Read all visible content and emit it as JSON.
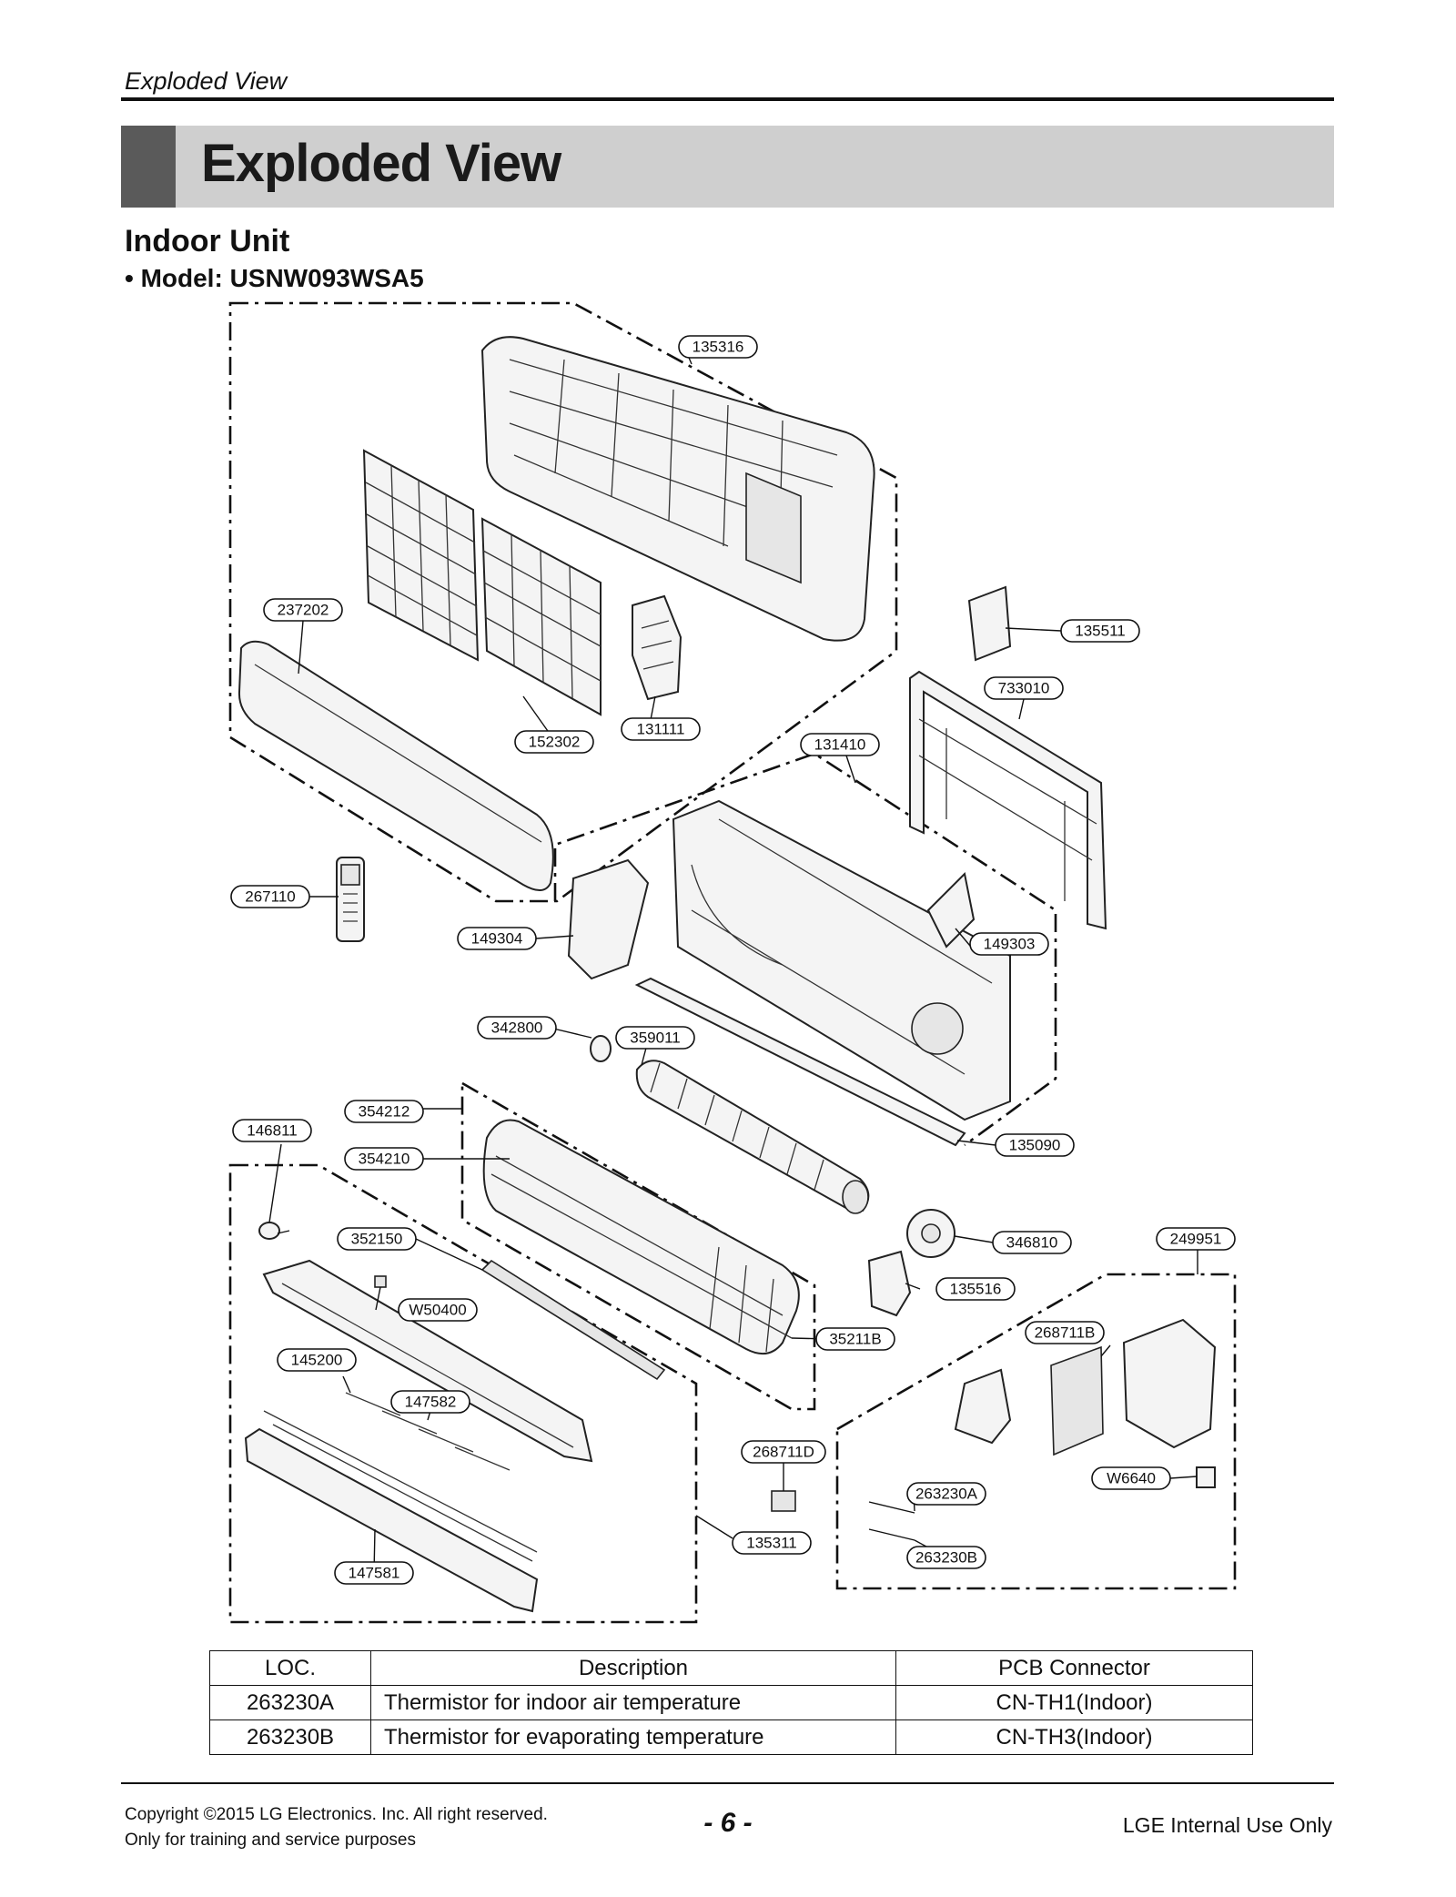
{
  "header": {
    "running_title": "Exploded View"
  },
  "title_band": {
    "title": "Exploded View"
  },
  "section": {
    "title": "Indoor Unit",
    "model": "• Model: USNW093WSA5"
  },
  "callouts": {
    "c135316": "135316",
    "c237202": "237202",
    "c135511": "135511",
    "c733010": "733010",
    "c152302": "152302",
    "c131111": "131111",
    "c131410": "131410",
    "c267110": "267110",
    "c149304": "149304",
    "c149303": "149303",
    "c342800": "342800",
    "c359011": "359011",
    "c354212": "354212",
    "c146811": "146811",
    "c135090": "135090",
    "c354210": "354210",
    "c352150": "352150",
    "c346810": "346810",
    "c249951": "249951",
    "cW50400": "W50400",
    "c135516": "135516",
    "c145200": "145200",
    "c35211B": "35211B",
    "c268711B": "268711B",
    "c147582": "147582",
    "c268711D": "268711D",
    "cW6640": "W6640",
    "c263230A": "263230A",
    "c135311": "135311",
    "c263230B": "263230B",
    "c147581": "147581"
  },
  "table": {
    "headers": [
      "LOC.",
      "Description",
      "PCB Connector"
    ],
    "rows": [
      [
        "263230A",
        "Thermistor for indoor air temperature",
        "CN-TH1(Indoor)"
      ],
      [
        "263230B",
        "Thermistor for evaporating temperature",
        "CN-TH3(Indoor)"
      ]
    ]
  },
  "footer": {
    "copyright_line1": "Copyright ©2015 LG Electronics. Inc. All right reserved.",
    "copyright_line2": "Only for training and service purposes",
    "page_number": "- 6 -",
    "internal": "LGE Internal Use Only"
  }
}
